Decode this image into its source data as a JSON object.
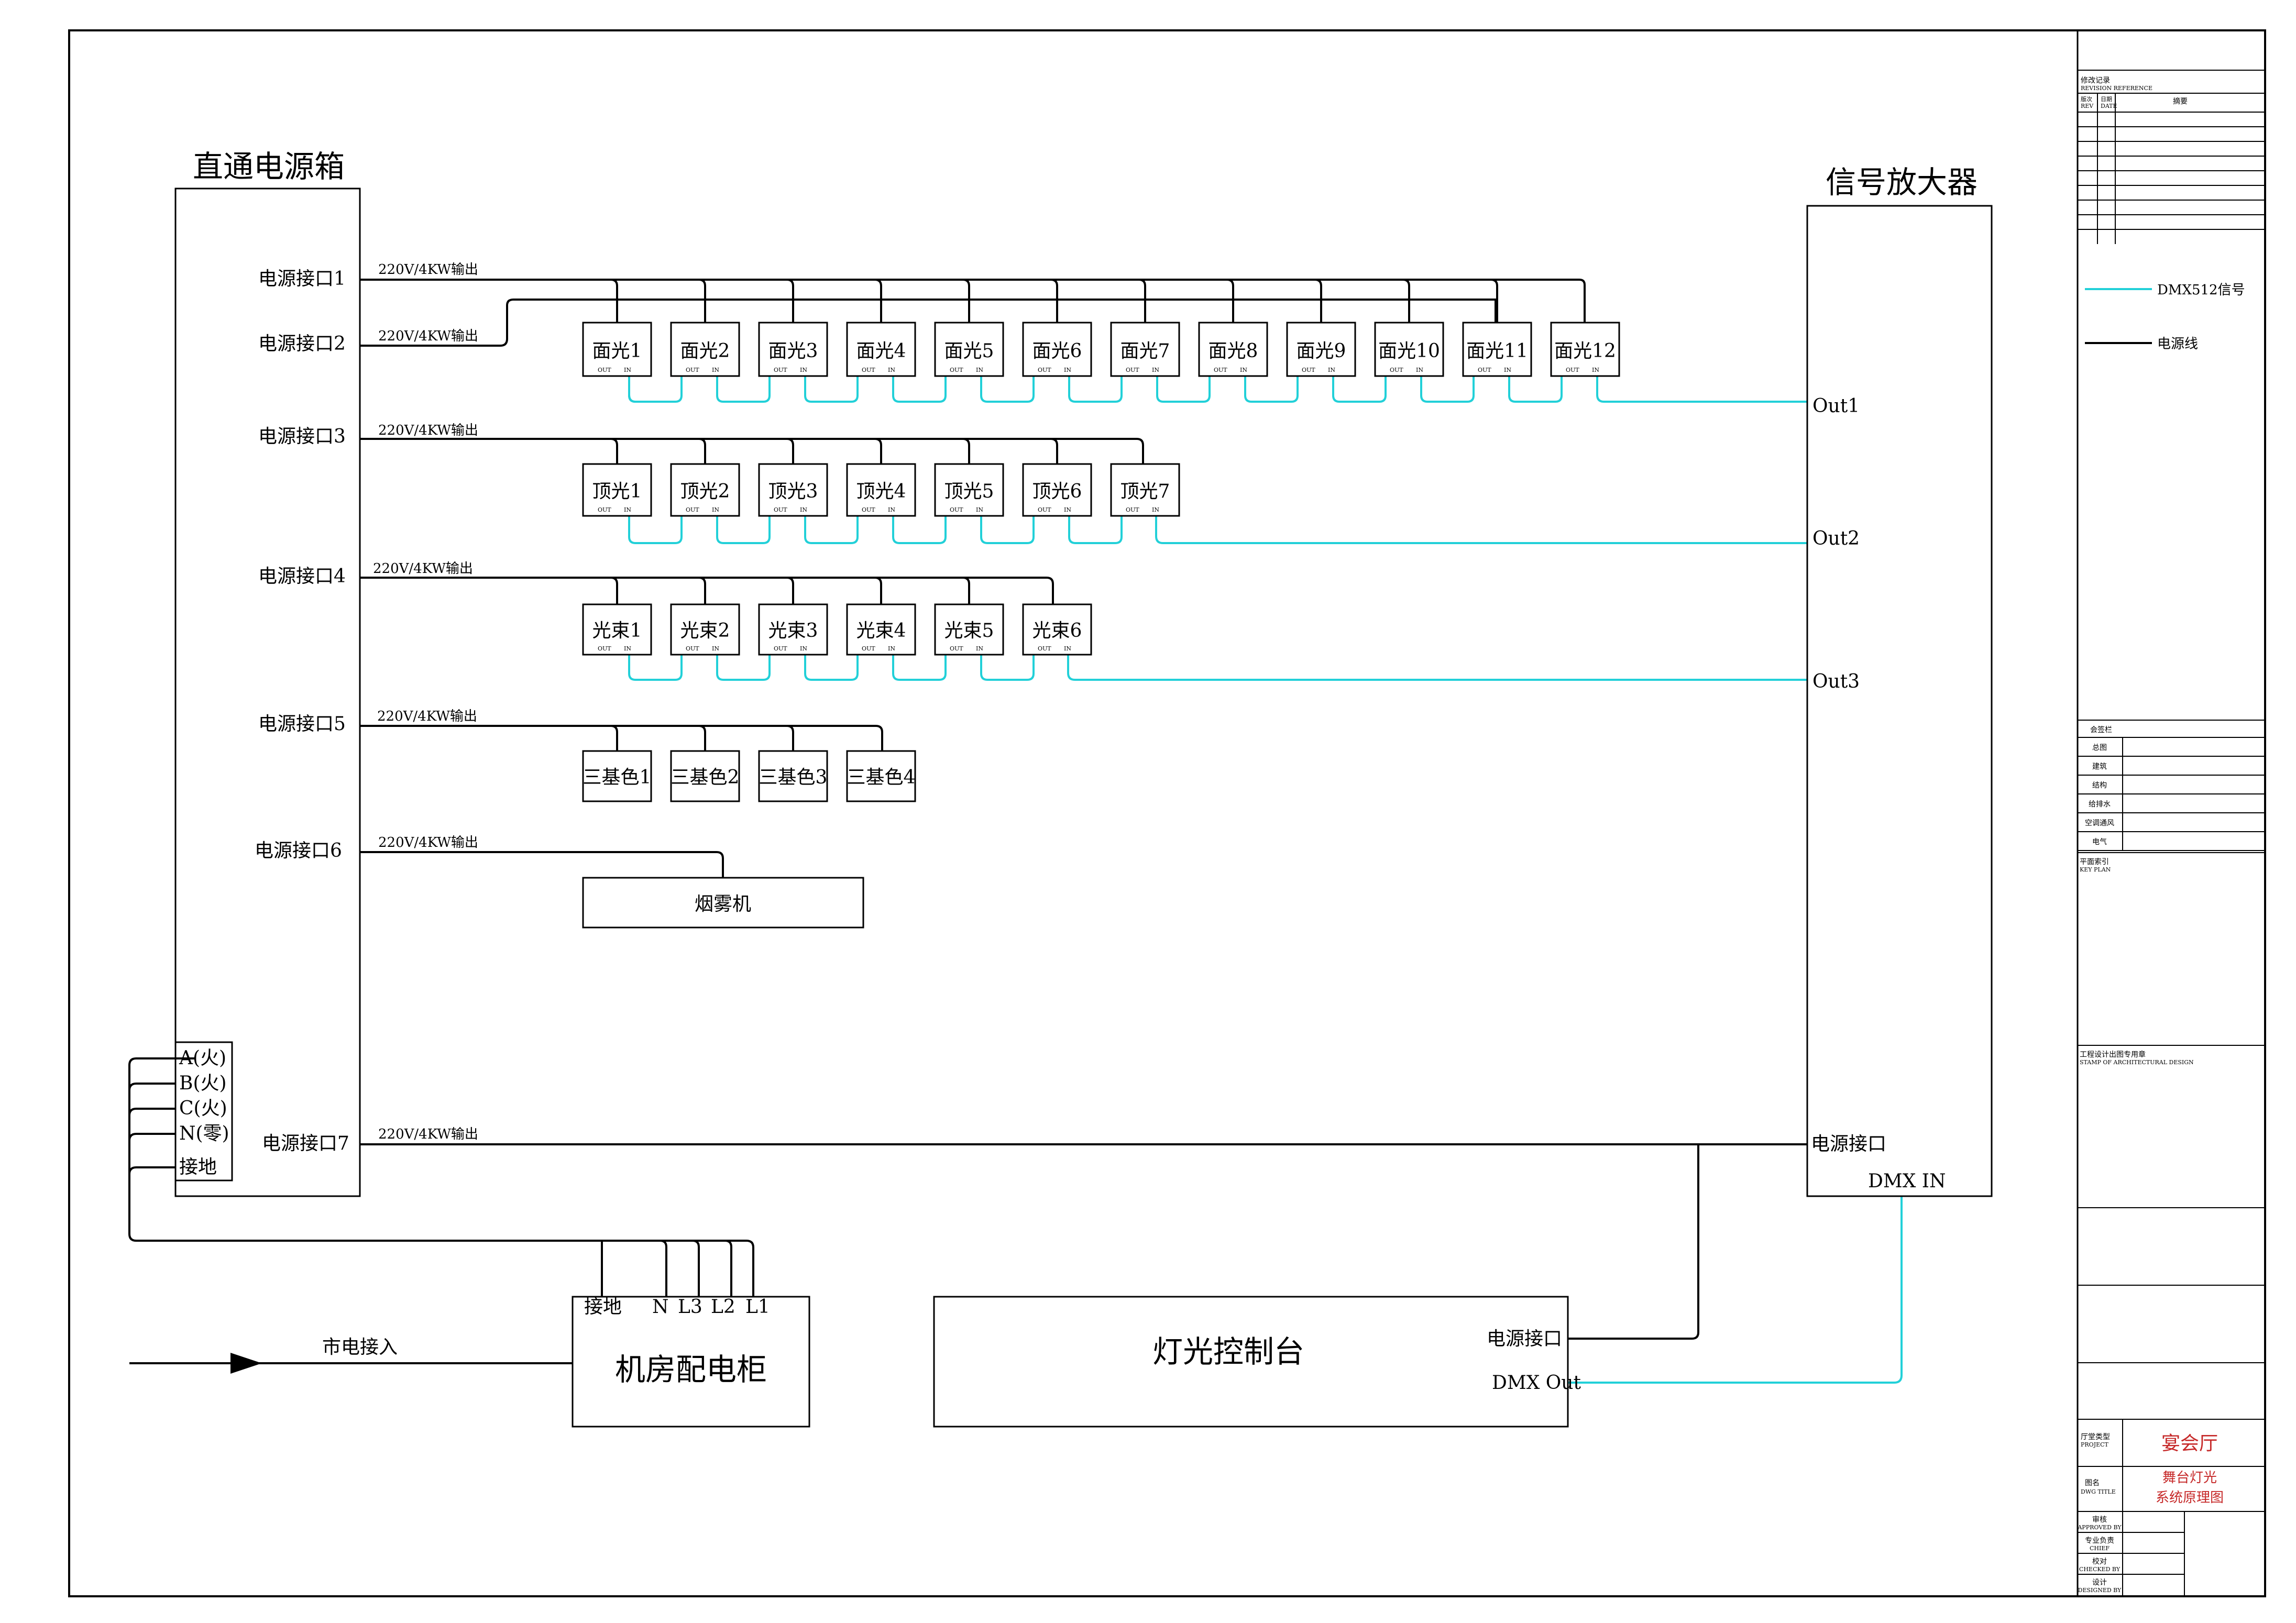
{
  "power_box": {
    "title": "直通电源箱",
    "ports": [
      "电源接口1",
      "电源接口2",
      "电源接口3",
      "电源接口4",
      "电源接口5",
      "电源接口6",
      "电源接口7"
    ],
    "output_label": "220V/4KW输出",
    "terminals": [
      "A(火)",
      "B(火)",
      "C(火)",
      "N(零)",
      "接地"
    ]
  },
  "amplifier": {
    "title": "信号放大器",
    "outputs": [
      "Out1",
      "Out2",
      "Out3"
    ],
    "power_port": "电源接口",
    "dmx_in": "DMX IN"
  },
  "fixtures": {
    "face": [
      "面光1",
      "面光2",
      "面光3",
      "面光4",
      "面光5",
      "面光6",
      "面光7",
      "面光8",
      "面光9",
      "面光10",
      "面光11",
      "面光12"
    ],
    "top": [
      "顶光1",
      "顶光2",
      "顶光3",
      "顶光4",
      "顶光5",
      "顶光6",
      "顶光7"
    ],
    "beam": [
      "光束1",
      "光束2",
      "光束3",
      "光束4",
      "光束5",
      "光束6"
    ],
    "rgb": [
      "三基色1",
      "三基色2",
      "三基色3",
      "三基色4"
    ],
    "fog": "烟雾机",
    "out_label": "OUT",
    "in_label": "IN"
  },
  "cabinet": {
    "name": "机房配电柜",
    "terminals": [
      "接地",
      "N",
      "L3",
      "L2",
      "L1"
    ],
    "mains_label": "市电接入"
  },
  "console": {
    "name": "灯光控制台",
    "power_port": "电源接口",
    "dmx_out": "DMX Out"
  },
  "legend": {
    "signal": "DMX512信号",
    "power": "电源线"
  },
  "title_block": {
    "revision_title": "修改记录",
    "revision_title_en": "REVISION REFERENCE",
    "rev_col": "版次",
    "rev_col_en": "REV",
    "date_col": "日期",
    "date_col_en": "DATE",
    "remark_col": "摘要",
    "sign_title": "会签栏",
    "disciplines": [
      "总图",
      "建筑",
      "结构",
      "给排水",
      "空调通风",
      "电气"
    ],
    "key_plan": "平面索引",
    "key_plan_en": "KEY PLAN",
    "stamp": "工程设计出图专用章",
    "stamp_en": "STAMP OF ARCHITECTURAL DESIGN",
    "project_label": "厅堂类型",
    "project_label_en": "PROJECT",
    "project_value": "宴会厅",
    "drawing_label": "图名",
    "drawing_label_en": "DWG TITLE",
    "drawing_value": [
      "舞台灯光",
      "系统原理图"
    ],
    "approvals": [
      {
        "cn": "审核",
        "en": "APPROVED BY"
      },
      {
        "cn": "专业负责",
        "en": "CHIEF"
      },
      {
        "cn": "校对",
        "en": "CHECKED BY"
      },
      {
        "cn": "设计",
        "en": "DESIGNED BY"
      }
    ]
  },
  "colors": {
    "signal": "#22d0d8",
    "power": "#000000",
    "title_red": "#c62828"
  }
}
